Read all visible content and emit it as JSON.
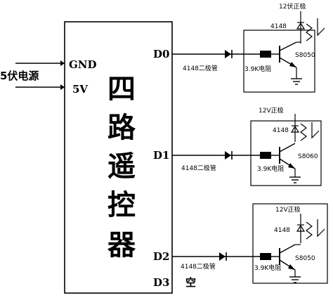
{
  "power": {
    "label": "5伏电源",
    "gnd": "GND",
    "v5": "5V"
  },
  "controller": {
    "title_chars": [
      "四",
      "路",
      "遥",
      "控",
      "器"
    ],
    "pins": [
      "D0",
      "D1",
      "D2",
      "D3"
    ],
    "unused_label": "空"
  },
  "channels": [
    {
      "supply": "12伏正极",
      "diode": "4148",
      "transistor": "S8050",
      "resistor": "3.9K电阻",
      "line_diode": "4148二极管"
    },
    {
      "supply": "12V正极",
      "diode": "4148",
      "transistor": "S8060",
      "resistor": "3.9K电阻",
      "line_diode": "4148二极管"
    },
    {
      "supply": "12V正极",
      "diode": "4148",
      "transistor": "S8050",
      "resistor": "3.9K电阻",
      "line_diode": "4148二极管"
    }
  ]
}
